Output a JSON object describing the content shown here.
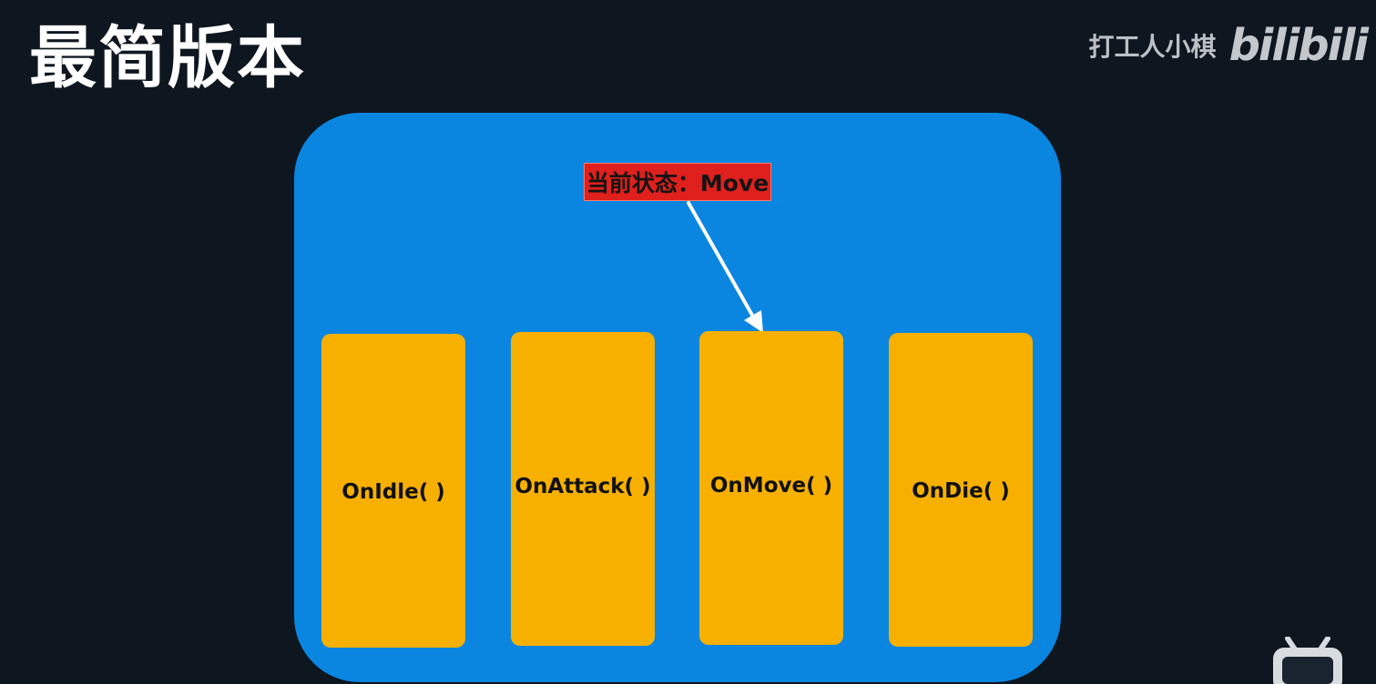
{
  "title": "最简版本",
  "watermark": {
    "author": "打工人小棋",
    "logo": "bilibili"
  },
  "diagram": {
    "current_state_label": "当前状态：Move",
    "states": [
      {
        "label": "OnIdle( )"
      },
      {
        "label": "OnAttack( )"
      },
      {
        "label": "OnMove( )"
      },
      {
        "label": "OnDie( )"
      }
    ]
  },
  "colors": {
    "background": "#0e1620",
    "panel": "#0a86e0",
    "state_card": "#f7b000",
    "current_state": "#e0201c",
    "arrow": "#ffffff"
  },
  "icons": {
    "corner": "bilibili-tv-icon"
  }
}
